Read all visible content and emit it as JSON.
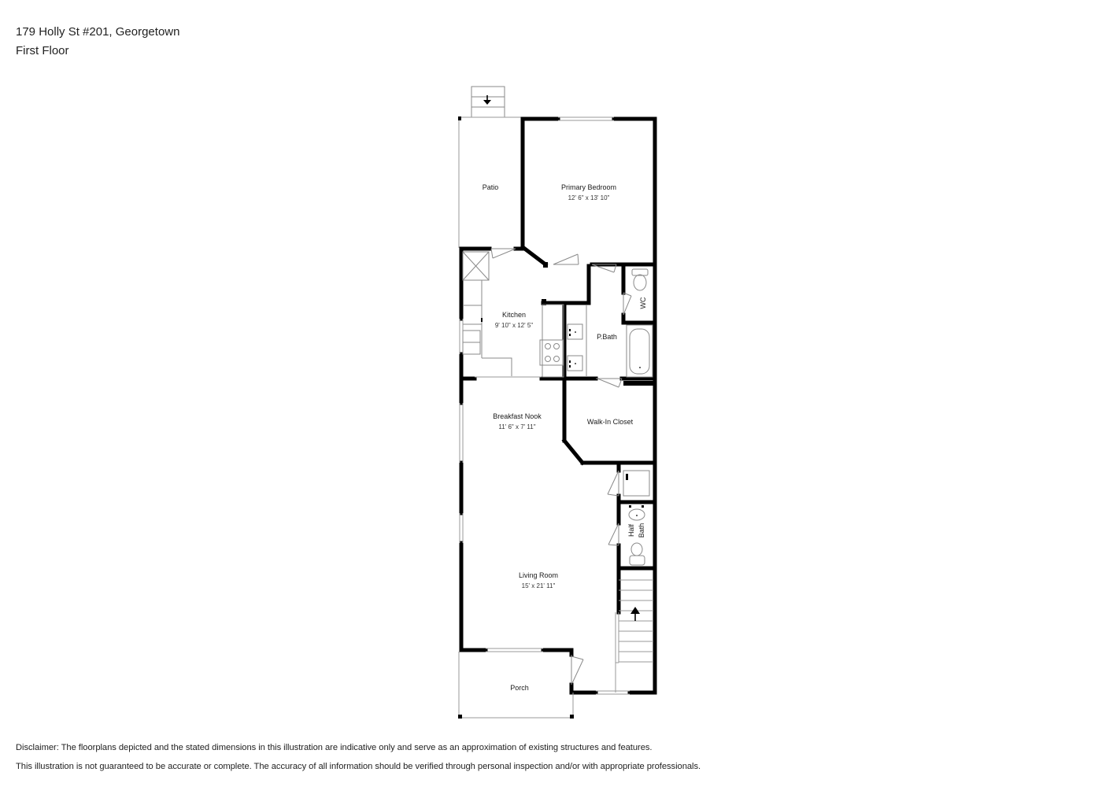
{
  "header": {
    "address": "179 Holly St #201, Georgetown",
    "floor": "First Floor"
  },
  "rooms": [
    {
      "name": "Patio",
      "dimensions": ""
    },
    {
      "name": "Primary Bedroom",
      "dimensions": "12' 6\" x 13' 10\""
    },
    {
      "name": "Kitchen",
      "dimensions": "9' 10\" x 12' 5\""
    },
    {
      "name": "WC",
      "dimensions": ""
    },
    {
      "name": "P.Bath",
      "dimensions": ""
    },
    {
      "name": "Breakfast Nook",
      "dimensions": "11' 6\" x 7' 11\""
    },
    {
      "name": "Walk-In Closet",
      "dimensions": ""
    },
    {
      "name": "Half",
      "dimensions": "Bath"
    },
    {
      "name": "Living Room",
      "dimensions": "15' x 21' 11\""
    },
    {
      "name": "Porch",
      "dimensions": ""
    }
  ],
  "icons": {
    "stairs_down": "arrow-down",
    "stairs_up": "arrow-up"
  },
  "colors": {
    "wall": "#000000",
    "thin_line": "#9a9a9a",
    "background": "#ffffff"
  },
  "disclaimer": {
    "line1": "Disclaimer: The floorplans depicted and the stated dimensions in this illustration are indicative only and serve as an approximation of existing structures and features.",
    "line2": "This illustration is not guaranteed to be accurate or complete. The accuracy of all information should be verified through personal inspection and/or with appropriate professionals."
  }
}
